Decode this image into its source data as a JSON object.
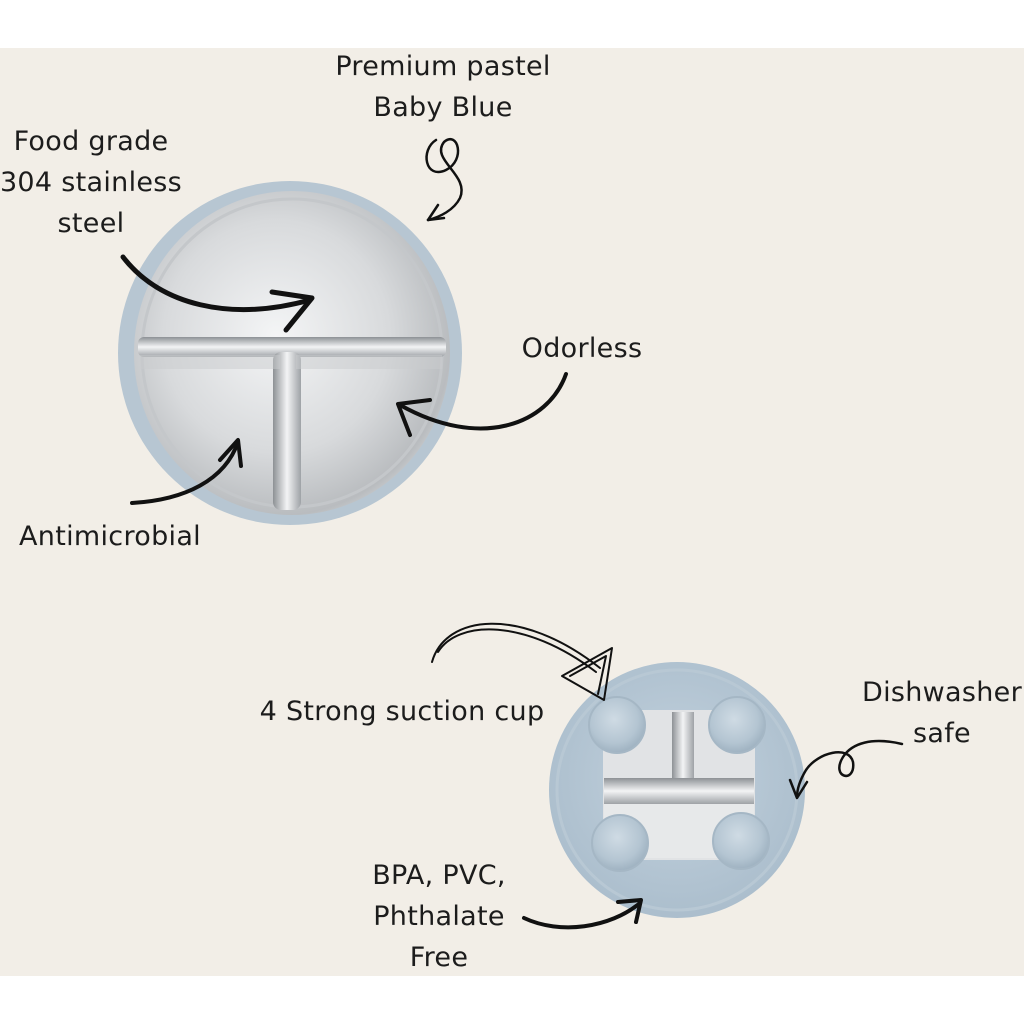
{
  "colors": {
    "background": "#f2eee7",
    "plate_rim": "#b7c6d2",
    "steel": "#d9dbdd",
    "arrow": "#111111"
  },
  "labels": {
    "premium": [
      "Premium pastel",
      "Baby Blue"
    ],
    "food_grade": [
      "Food grade",
      "304 stainless",
      "steel"
    ],
    "odorless": "Odorless",
    "antimicrobial": "Antimicrobial",
    "suction": "4 Strong suction cup",
    "dishwasher": [
      "Dishwasher",
      "safe"
    ],
    "bpa": [
      "BPA, PVC,",
      "Phthalate",
      "Free"
    ]
  },
  "icons": [
    "curved-arrow-icon",
    "loop-arrow-icon"
  ]
}
